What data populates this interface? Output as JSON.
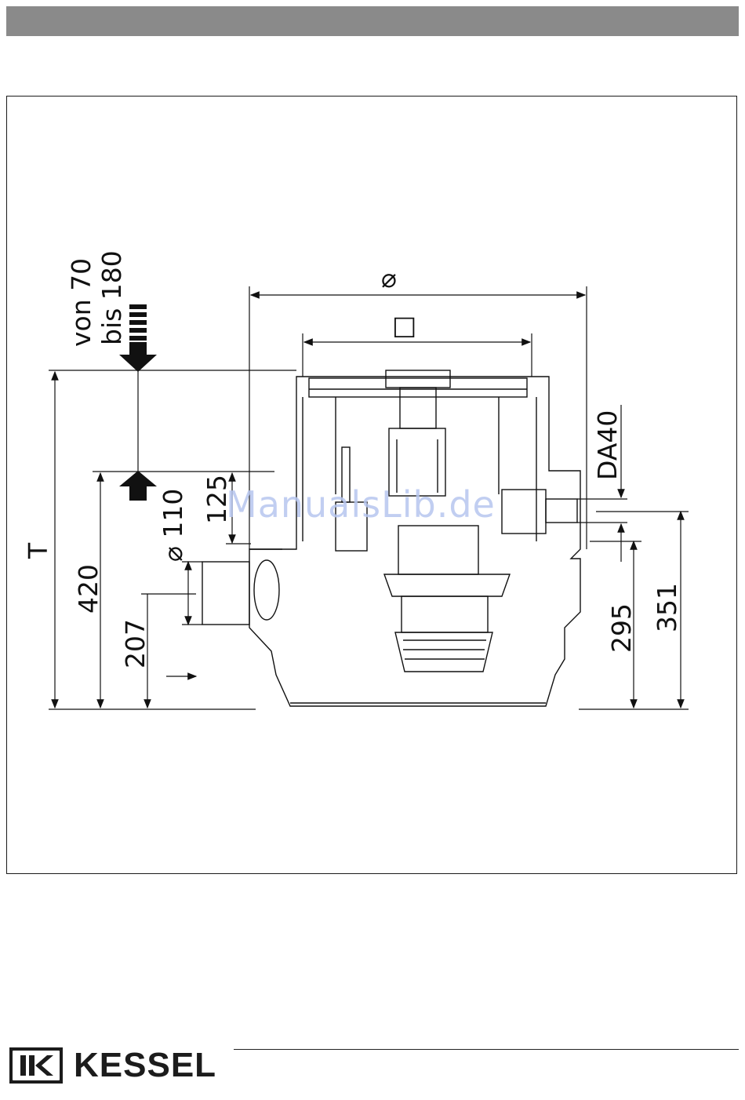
{
  "drawing": {
    "depth_range_top": "von 70",
    "depth_range_bottom": "bis 180",
    "diameter_symbol": "⌀",
    "square_symbol": "□",
    "pipe_connection": "DA40",
    "total_depth": "T",
    "inlet_diameter": "⌀ 110",
    "dim_125": "125",
    "dim_420": "420",
    "dim_207": "207",
    "dim_295": "295",
    "dim_351": "351"
  },
  "watermark": "ManualsLib.de",
  "footer": {
    "brand": "KESSEL"
  }
}
